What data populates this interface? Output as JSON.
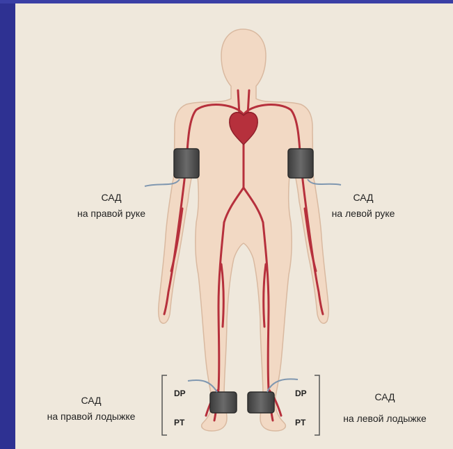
{
  "labels": {
    "right_arm": {
      "title": "САД",
      "sub": "на правой руке"
    },
    "left_arm": {
      "title": "САД",
      "sub": "на левой руке"
    },
    "right_ankle": {
      "title": "САД",
      "sub": "на правой лодыжке"
    },
    "left_ankle": {
      "title": "САД",
      "sub": "на левой лодыжке"
    }
  },
  "pulse_sites": {
    "right": [
      "DP",
      "PT"
    ],
    "left": [
      "DP",
      "PT"
    ]
  },
  "colors": {
    "frame": "#2e3192",
    "background": "#efe8dc",
    "skin": "#f2d9c4",
    "artery": "#b6303c",
    "cuff": "#555555",
    "tube": "#7f97b0"
  }
}
